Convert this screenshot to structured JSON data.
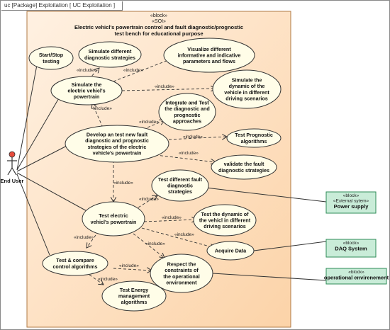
{
  "frame": {
    "label": "uc [Package] Exploitation [ UC Exploitation ]"
  },
  "system": {
    "stereotype_block": "«block»",
    "stereotype_soi": "«SOI»",
    "title_line1": "Electric vehicl's powertrain control and fault diagnostic/prognostic",
    "title_line2": "test bench for educational purpose",
    "fill": "#fcd3a8",
    "fill_light": "#fff1e2"
  },
  "actor": {
    "label": "End User",
    "head_color": "#e74c3c"
  },
  "use_cases": [
    {
      "id": "uc_startstop",
      "lines": [
        "Start/Stop",
        "testing"
      ]
    },
    {
      "id": "uc_simdiag",
      "lines": [
        "Simulate different",
        "diagnostic strategies"
      ]
    },
    {
      "id": "uc_visualize",
      "lines": [
        "Visualize different",
        "informative and indicative",
        "parameters and flows"
      ]
    },
    {
      "id": "uc_simpower",
      "lines": [
        "Simulate the",
        "electric vehicl's",
        "powertrain"
      ]
    },
    {
      "id": "uc_simdyn",
      "lines": [
        "Simulate  the",
        "dynamic of the",
        "vehicle in different",
        "driving scenarios"
      ]
    },
    {
      "id": "uc_integrate",
      "lines": [
        "Integrate and Test",
        "the diagnostic and",
        "prognostic",
        "approaches"
      ]
    },
    {
      "id": "uc_develop",
      "lines": [
        "Develop an test new  fault",
        "diagnostic and prognostic",
        "strategies of the electric",
        "vehicle's powertrain"
      ]
    },
    {
      "id": "uc_testprog",
      "lines": [
        "Test Prognostic",
        "algorithms"
      ]
    },
    {
      "id": "uc_validate",
      "lines": [
        "validate the fault",
        "diagnostic strategies"
      ]
    },
    {
      "id": "uc_testfault",
      "lines": [
        "Test different fault",
        "diagnostic",
        "strategies"
      ]
    },
    {
      "id": "uc_testpower",
      "lines": [
        "Test electric",
        "vehicl's powertrain"
      ]
    },
    {
      "id": "uc_testdyn",
      "lines": [
        "Test  the dynamic of",
        "the vehicl in different",
        "driving scenarios"
      ]
    },
    {
      "id": "uc_acquire",
      "lines": [
        "Acquire Data"
      ]
    },
    {
      "id": "uc_compare",
      "lines": [
        "Test & compare",
        "control algorithms"
      ]
    },
    {
      "id": "uc_respect",
      "lines": [
        "Respect the",
        "constraints of",
        "the operational",
        "environment"
      ]
    },
    {
      "id": "uc_energy",
      "lines": [
        "Test Energy",
        "management",
        "algorithms"
      ]
    }
  ],
  "include_label": "«include»",
  "blocks": [
    {
      "id": "blk_power",
      "stereotypes": [
        "«block»",
        "«External sytem»"
      ],
      "name": "Power supply"
    },
    {
      "id": "blk_daq",
      "stereotypes": [
        "«block»"
      ],
      "name": "DAQ System"
    },
    {
      "id": "blk_env",
      "stereotypes": [
        "«block»"
      ],
      "name": "operational envirenement"
    }
  ],
  "colors": {
    "block_fill": "#c9ecd8",
    "block_border": "#2e8b57",
    "usecase_fill": "#fffde8",
    "line": "#333333"
  }
}
